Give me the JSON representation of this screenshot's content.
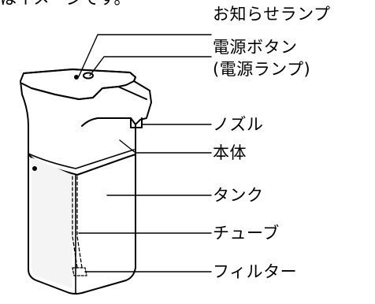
{
  "top_caption": "はイメージです。",
  "labels": {
    "notification_lamp": "お知らせランプ",
    "power_button": "電源ボタン",
    "power_lamp": "(電源ランプ)",
    "nozzle": "ノズル",
    "body": "本体",
    "tank": "タンク",
    "tube": "チューブ",
    "filter": "フィルター"
  },
  "colors": {
    "line": "#000000",
    "background": "#ffffff",
    "tank_shade": "#f4f4f4"
  }
}
